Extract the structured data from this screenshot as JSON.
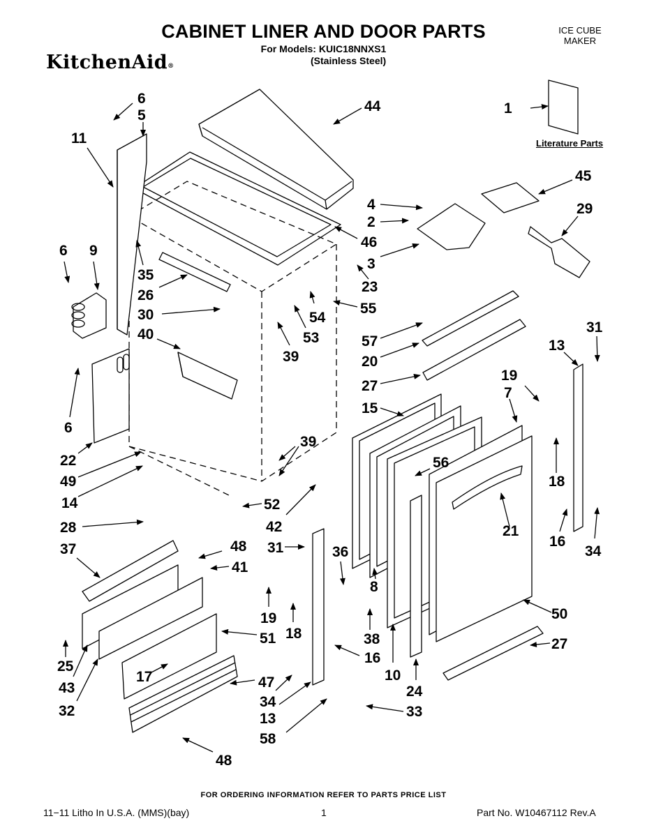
{
  "header": {
    "title": "CABINET LINER AND DOOR PARTS",
    "models": "For Models: KUIC18NNXS1",
    "material": "(Stainless Steel)",
    "brand": "KitchenAid",
    "category": "ICE CUBE\nMAKER",
    "literature_label": "Literature Parts"
  },
  "callouts": [
    "1",
    "2",
    "3",
    "4",
    "5",
    "6",
    "7",
    "8",
    "9",
    "10",
    "11",
    "13",
    "14",
    "15",
    "16",
    "17",
    "18",
    "19",
    "20",
    "21",
    "22",
    "23",
    "24",
    "25",
    "26",
    "27",
    "28",
    "29",
    "30",
    "31",
    "32",
    "33",
    "34",
    "35",
    "36",
    "37",
    "38",
    "39",
    "40",
    "41",
    "42",
    "43",
    "44",
    "45",
    "46",
    "47",
    "48",
    "49",
    "50",
    "51",
    "52",
    "53",
    "54",
    "55",
    "56",
    "57",
    "58"
  ],
  "footer": {
    "note": "FOR ORDERING INFORMATION REFER TO PARTS PRICE LIST",
    "litho": "11−11 Litho In U.S.A. (MMS)(bay)",
    "page": "1",
    "part_no": "Part No. W10467112 Rev.A"
  }
}
